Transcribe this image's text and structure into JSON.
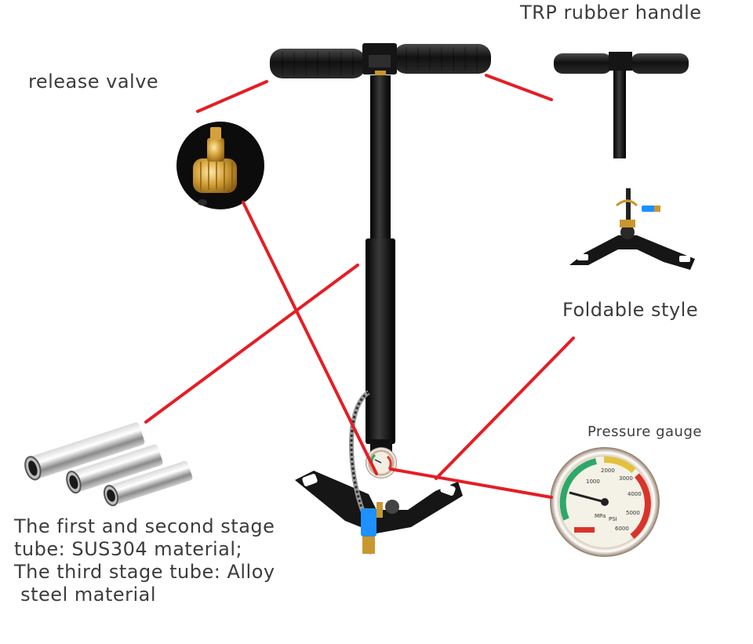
{
  "labels": {
    "release_valve": "release valve",
    "handle": "TRP rubber handle",
    "foldable": "Foldable style",
    "gauge": "Pressure gauge",
    "description_lines": [
      "The first and second stage",
      "tube: SUS304 material;",
      "The third stage tube: Alloy",
      " steel material"
    ]
  },
  "gauge_dial": {
    "ticks": [
      "1000",
      "2000",
      "3000",
      "4000",
      "5000",
      "6000"
    ],
    "units": [
      "MPa",
      "PSI"
    ]
  },
  "colors": {
    "callout_line": "#e41e25",
    "text": "#3c3c3c",
    "grip": "#1c1c1c",
    "brass": "#c9972f",
    "hose_fitting": "#1e90ff"
  }
}
